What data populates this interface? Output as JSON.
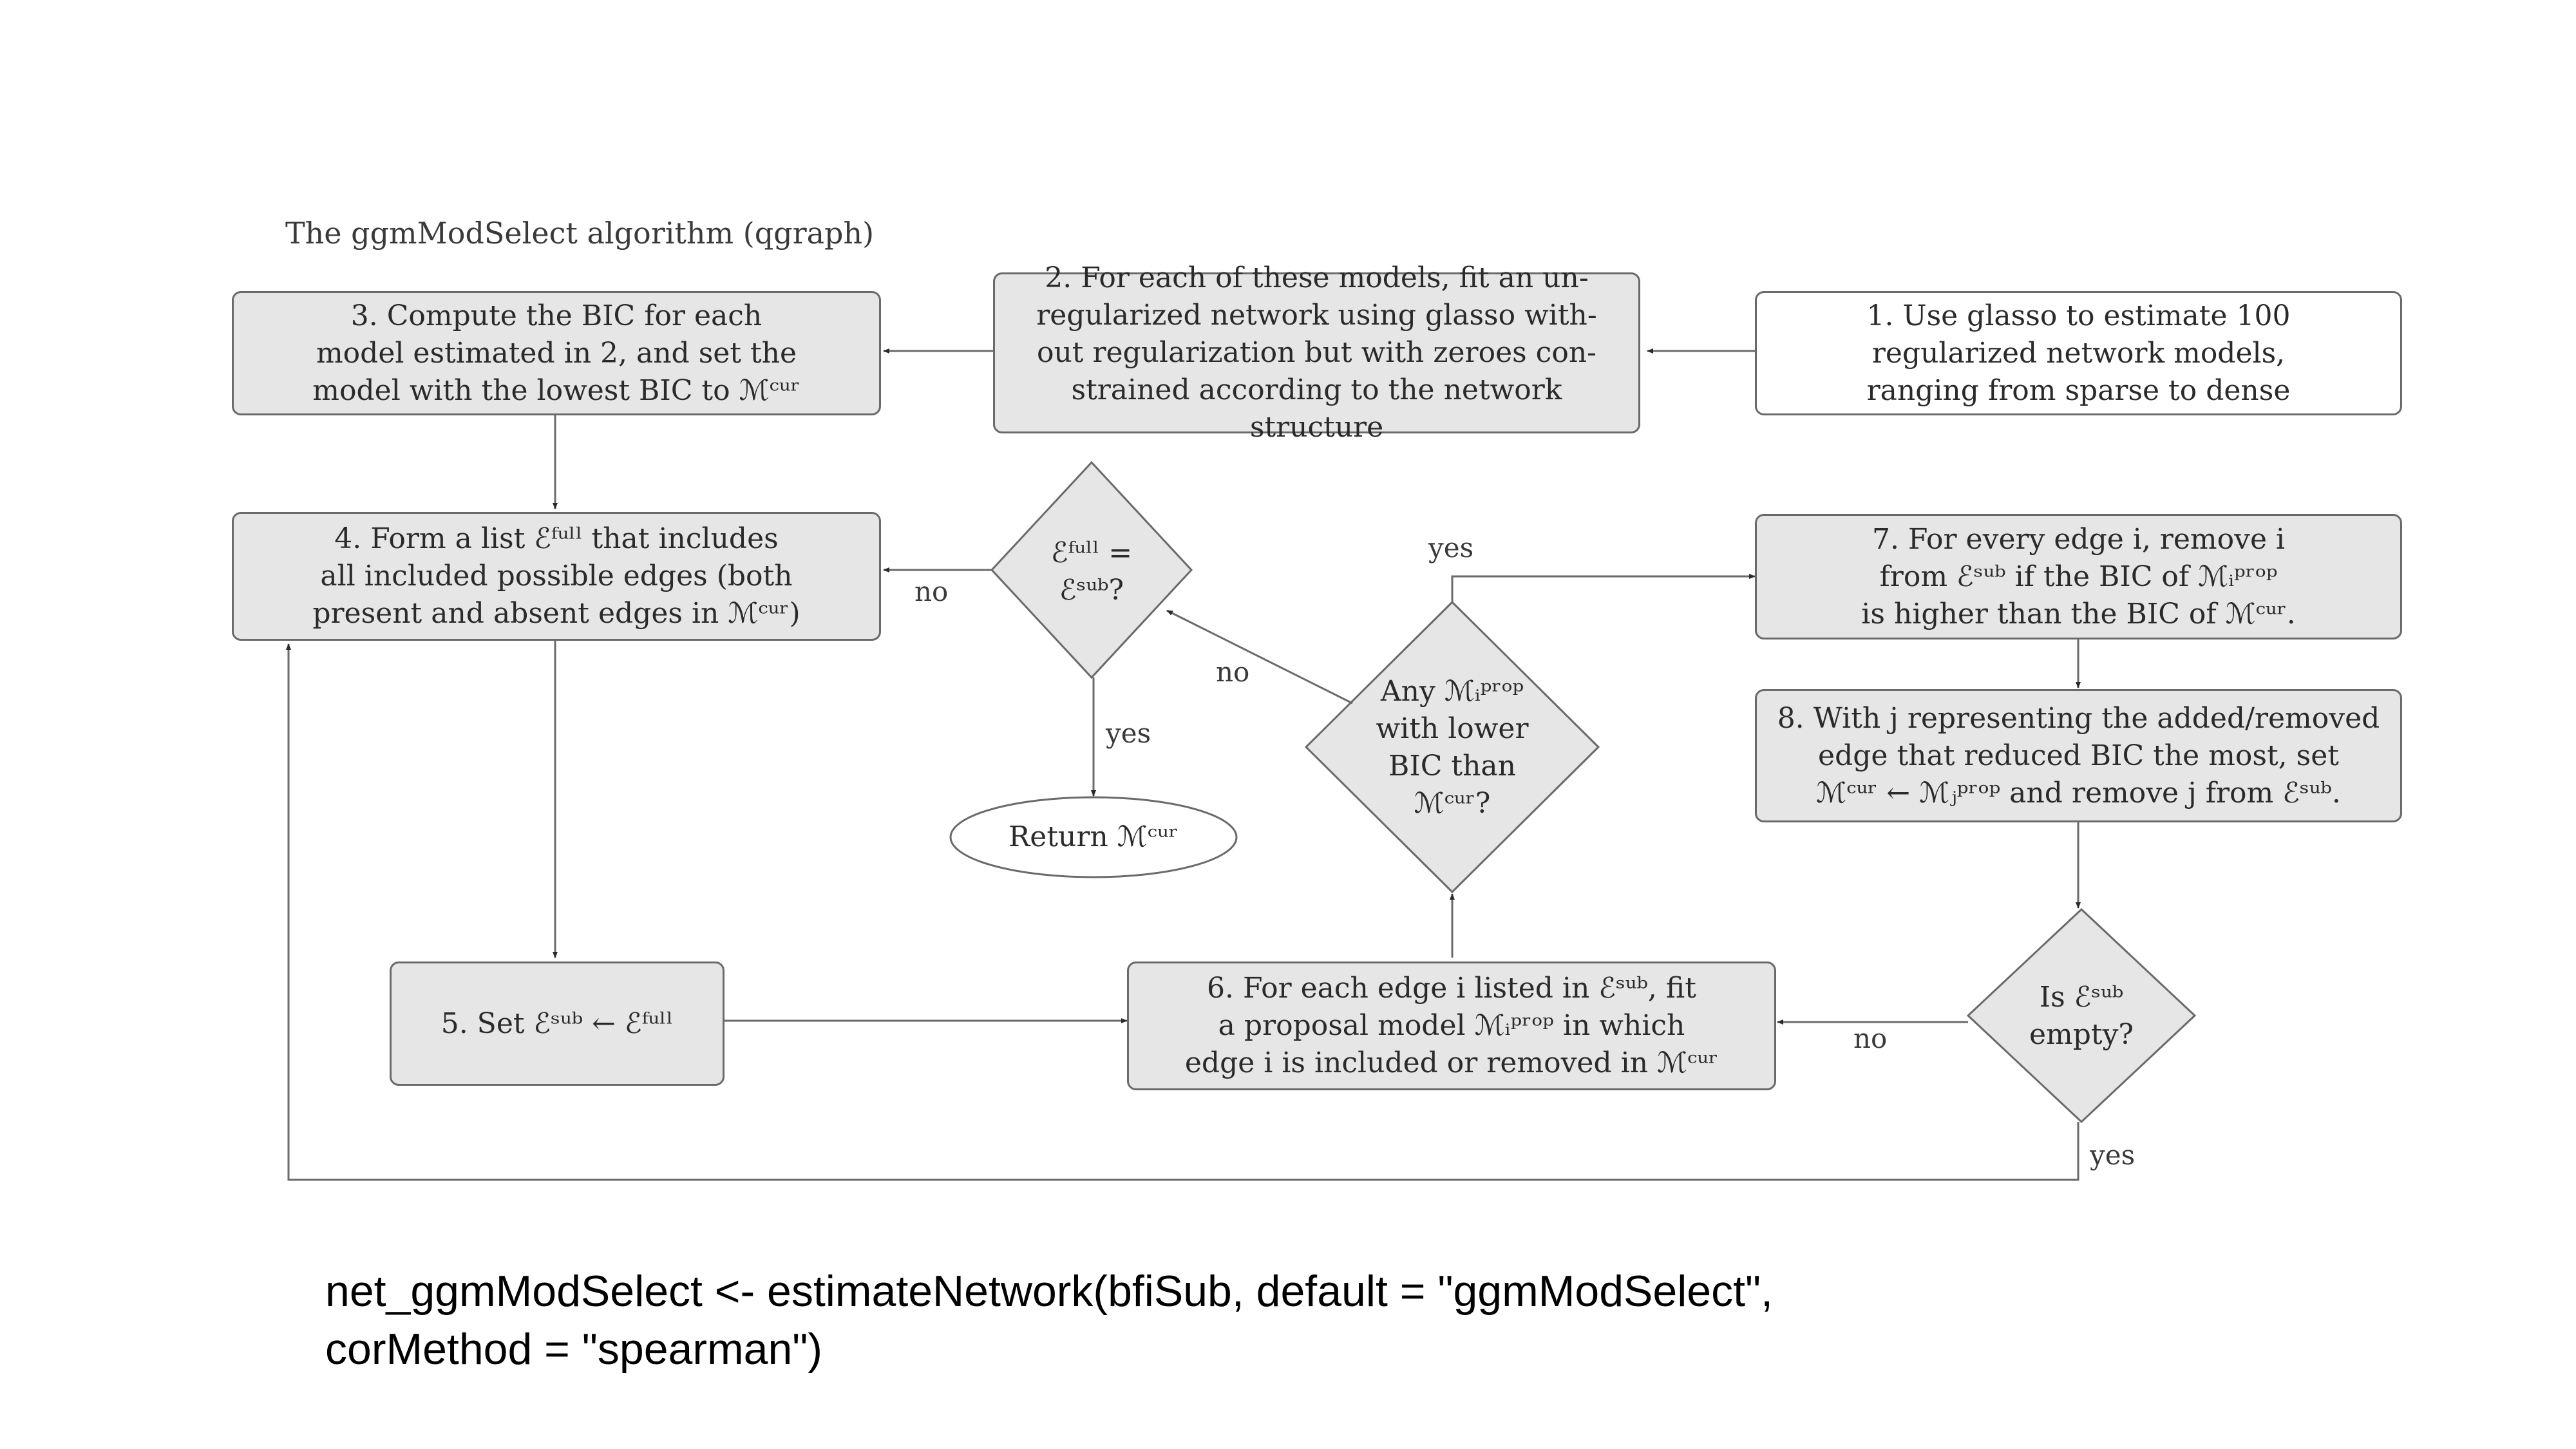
{
  "diagram": {
    "title": "The ggmModSelect algorithm (qgraph)",
    "step1": [
      "1. Use glasso to estimate 100",
      "regularized network models,",
      "ranging from sparse to dense"
    ],
    "step2": [
      "2. For each of these models, fit an un-",
      "regularized network using glasso with-",
      "out regularization but with zeroes con-",
      "strained according to the network structure"
    ],
    "step3": [
      "3. Compute the BIC for each",
      "model estimated in 2, and set the",
      "model with the lowest BIC to ℳᶜᵘʳ"
    ],
    "step4": [
      "4. Form a list ℰᶠᵘˡˡ that includes",
      "all included possible edges (both",
      "present and absent edges in ℳᶜᵘʳ)"
    ],
    "step5": "5. Set ℰˢᵘᵇ ← ℰᶠᵘˡˡ",
    "step6": [
      "6. For each edge i listed in ℰˢᵘᵇ, fit",
      "a proposal model ℳᵢᵖʳᵒᵖ in which",
      "edge i is included or removed in ℳᶜᵘʳ"
    ],
    "step7": [
      "7. For every edge i, remove i",
      "from ℰˢᵘᵇ if the BIC of ℳᵢᵖʳᵒᵖ",
      "is higher than the BIC of ℳᶜᵘʳ."
    ],
    "step8": [
      "8. With j representing the added/removed",
      "edge that reduced BIC the most, set",
      "ℳᶜᵘʳ ← ℳⱼᵖʳᵒᵖ and remove j from ℰˢᵘᵇ."
    ],
    "decision_full_eq_sub": [
      "ℰᶠᵘˡˡ =",
      "ℰˢᵘᵇ?"
    ],
    "decision_any_lower": [
      "Any ℳᵢᵖʳᵒᵖ",
      "with lower",
      "BIC than",
      "ℳᶜᵘʳ?"
    ],
    "decision_sub_empty": [
      "Is ℰˢᵘᵇ",
      "empty?"
    ],
    "terminal_return": "Return ℳᶜᵘʳ",
    "edge_labels": {
      "full_eq_sub_no": "no",
      "full_eq_sub_yes": "yes",
      "any_lower_yes": "yes",
      "any_lower_no": "no",
      "sub_empty_no": "no",
      "sub_empty_yes": "yes"
    },
    "colors": {
      "node_fill": "#e6e6e6",
      "stroke": "#6a6a6a",
      "text": "#2a2a2a"
    }
  },
  "code": {
    "line1": "net_ggmModSelect <- estimateNetwork(bfiSub, default = \"ggmModSelect\",",
    "line2": "corMethod = \"spearman\")"
  }
}
